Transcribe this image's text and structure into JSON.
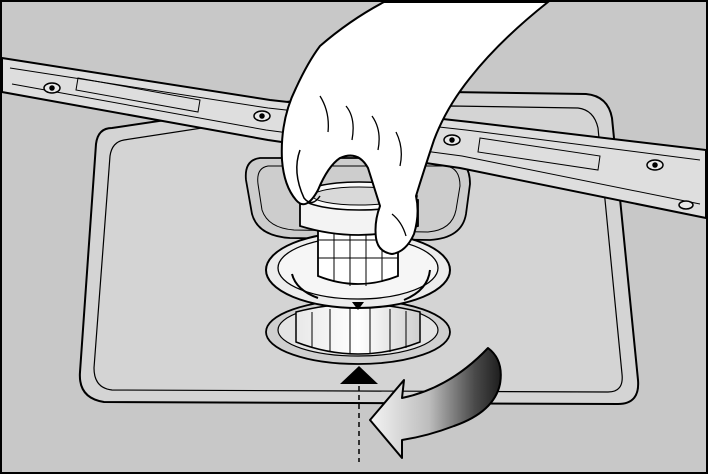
{
  "figure": {
    "kind": "line-illustration",
    "colors": {
      "background": "#c8c8c8",
      "panel": "#d4d4d4",
      "sump": "#cfcfcf",
      "arm": "#dedede",
      "outline": "#000000",
      "skin": "#ffffff",
      "arrow_light": "#f2f2f2",
      "arrow_dark": "#2a2a2a"
    },
    "icons": [
      "spray-arm",
      "hand",
      "filter-cylinder",
      "rotation-arrow",
      "insert-arrow",
      "position-marker-triangle"
    ]
  }
}
